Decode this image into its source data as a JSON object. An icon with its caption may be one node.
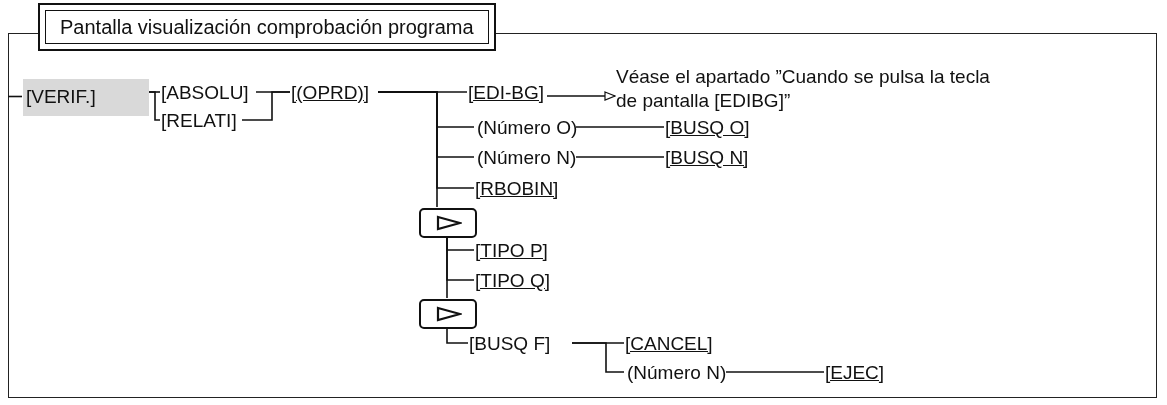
{
  "diagram": {
    "nodes": [
      {
        "text": [
          "Pantalla visualización comprobación programa"
        ]
      },
      {
        "text": [
          "[VERIF.]"
        ],
        "in": 0
      },
      {
        "text": [
          "[ABSOLU]"
        ],
        "in": 0
      },
      {
        "text": [
          "[RELATI]"
        ],
        "in": 0
      },
      {
        "text": [
          "[(OPRD)]"
        ],
        "in": 0
      },
      {
        "text": [
          "[EDI-BG]"
        ],
        "in": 0
      },
      {
        "text": [
          "(Número O)"
        ],
        "in": 0
      },
      {
        "text": [
          "[BUSQ O]"
        ],
        "in": 0
      },
      {
        "text": [
          "(Número N)"
        ],
        "in": 0
      },
      {
        "text": [
          "[BUSQ N]"
        ],
        "in": 0
      },
      {
        "text": [
          "[RBOBIN]"
        ],
        "in": 0
      },
      {
        "text": [],
        "shape": "box",
        "in": 0
      },
      {
        "text": [
          "[TIPO P]"
        ],
        "in": 0
      },
      {
        "text": [
          "[TIPO Q]"
        ],
        "in": 0
      },
      {
        "text": [],
        "shape": "box",
        "in": 0
      },
      {
        "text": [
          "[BUSQ F]"
        ],
        "in": 0
      },
      {
        "text": [
          "[CANCEL]"
        ],
        "in": 0
      },
      {
        "text": [
          "(Número N)"
        ],
        "in": 0
      },
      {
        "text": [
          "[EJEC]"
        ],
        "in": 0
      },
      {
        "text": [
          "Véase el apartado ”Cuando se pulsa la tecla de pantalla [EDIBG]”"
        ],
        "in": 0
      }
    ],
    "edges": [
      {
        "from": 0,
        "to": 1,
        "arrow": "none"
      },
      {
        "from": 1,
        "to": 2,
        "arrow": "none"
      },
      {
        "from": 1,
        "to": 3,
        "arrow": "none"
      },
      {
        "from": 2,
        "to": 4,
        "arrow": "none"
      },
      {
        "from": 3,
        "to": 4,
        "arrow": "none"
      },
      {
        "from": 4,
        "to": 5,
        "arrow": "none"
      },
      {
        "from": 4,
        "to": 6,
        "arrow": "none"
      },
      {
        "from": 6,
        "to": 7,
        "arrow": "none"
      },
      {
        "from": 4,
        "to": 8,
        "arrow": "none"
      },
      {
        "from": 8,
        "to": 9,
        "arrow": "none"
      },
      {
        "from": 4,
        "to": 10,
        "arrow": "none"
      },
      {
        "from": 4,
        "to": 11,
        "arrow": "none"
      },
      {
        "from": 11,
        "to": 12,
        "arrow": "none"
      },
      {
        "from": 11,
        "to": 13,
        "arrow": "none"
      },
      {
        "from": 11,
        "to": 14,
        "arrow": "none"
      },
      {
        "from": 14,
        "to": 15,
        "arrow": "none"
      },
      {
        "from": 15,
        "to": 16,
        "arrow": "none"
      },
      {
        "from": 15,
        "to": 17,
        "arrow": "none"
      },
      {
        "from": 17,
        "to": 18,
        "arrow": "none"
      },
      {
        "from": 5,
        "to": 19,
        "arrow": "to"
      }
    ]
  }
}
